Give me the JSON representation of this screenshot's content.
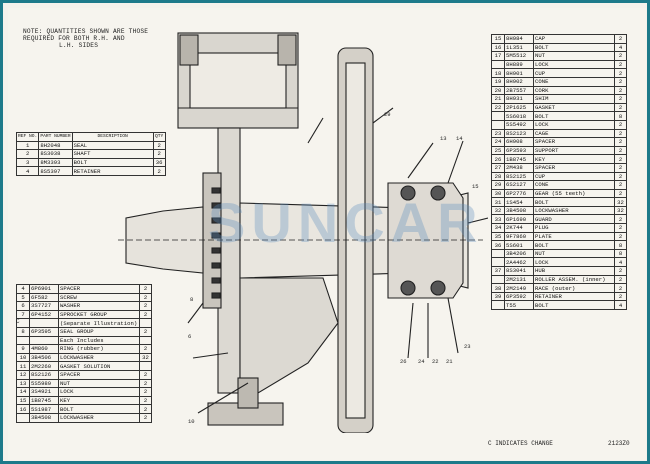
{
  "note": [
    "NOTE: QUANTITIES SHOWN ARE THOSE",
    "REQUIRED FOR BOTH R.H. AND",
    "L.H. SIDES"
  ],
  "t1": {
    "head": [
      "REF NO.",
      "PART NUMBER",
      "DESCRIPTION",
      "QTY"
    ],
    "rows": [
      [
        "1",
        "8H2048",
        "SEAL",
        "2"
      ],
      [
        "2",
        "8S3038",
        "SHAFT",
        "2"
      ],
      [
        "3",
        "8M3393",
        "BOLT",
        "36"
      ],
      [
        "4",
        "8S5397",
        "RETAINER",
        "2"
      ]
    ]
  },
  "t2": {
    "rows": [
      [
        "4",
        "6P6901",
        "SPACER",
        "2"
      ],
      [
        "5",
        "6F582",
        "SCREW",
        "2"
      ],
      [
        "6",
        "3S7727",
        "WASHER",
        "2"
      ],
      [
        "7",
        "6P4152",
        "SPROCKET GROUP",
        "2"
      ],
      [
        "",
        "",
        "(Separate Illustration)",
        ""
      ],
      [
        "8",
        "6P3595",
        "SEAL GROUP",
        "2"
      ],
      [
        "",
        "",
        "Each Includes",
        ""
      ],
      [
        "9",
        "4M860",
        "RING (rubber)",
        "2"
      ],
      [
        "10",
        "3B4506",
        "LOCKWASHER",
        "32"
      ],
      [
        "11",
        "2M2260",
        "GASKET SOLUTION",
        ""
      ],
      [
        "12",
        "8S2126",
        "SPACER",
        "2"
      ],
      [
        "13",
        "5S5989",
        "NUT",
        "2"
      ],
      [
        "14",
        "3S4921",
        "LOCK",
        "2"
      ],
      [
        "15",
        "1B8745",
        "KEY",
        "2"
      ],
      [
        "16",
        "5S1987",
        "BOLT",
        "2"
      ],
      [
        "",
        "3B4508",
        "LOCKWASHER",
        "2"
      ]
    ]
  },
  "t3": {
    "rows": [
      [
        "15",
        "8H984",
        "CAP",
        "2"
      ],
      [
        "16",
        "1L351",
        "BOLT",
        "4"
      ],
      [
        "17",
        "5M5512",
        "NUT",
        "2"
      ],
      [
        "",
        "8H889",
        "LOCK",
        "2"
      ],
      [
        "18",
        "8H901",
        "CUP",
        "2"
      ],
      [
        "19",
        "8H902",
        "CONE",
        "2"
      ],
      [
        "20",
        "2B7557",
        "CORK",
        "2"
      ],
      [
        "21",
        "8H931",
        "SHIM",
        "2"
      ],
      [
        "22",
        "2P1625",
        "GASKET",
        "2"
      ],
      [
        "",
        "5S6018",
        "BOLT",
        "8"
      ],
      [
        "",
        "5S5492",
        "LOCK",
        "2"
      ],
      [
        "23",
        "8S2123",
        "CAGE",
        "2"
      ],
      [
        "24",
        "6H908",
        "SPACER",
        "2"
      ],
      [
        "25",
        "6P3593",
        "SUPPORT",
        "2"
      ],
      [
        "26",
        "1B8745",
        "KEY",
        "2"
      ],
      [
        "27",
        "2M438",
        "SPACER",
        "2"
      ],
      [
        "28",
        "8S2125",
        "CUP",
        "2"
      ],
      [
        "29",
        "6S2127",
        "CONE",
        "2"
      ],
      [
        "30",
        "6P2776",
        "GEAR (55 teeth)",
        "2"
      ],
      [
        "31",
        "1S454",
        "BOLT",
        "32"
      ],
      [
        "32",
        "3B4508",
        "LOCKWASHER",
        "32"
      ],
      [
        "33",
        "6P1690",
        "GUARD",
        "2"
      ],
      [
        "34",
        "2K744",
        "PLUG",
        "2"
      ],
      [
        "35",
        "9F7860",
        "PLATE",
        "2"
      ],
      [
        "36",
        "5S601",
        "BOLT",
        "8"
      ],
      [
        "",
        "3B4206",
        "NUT",
        "8"
      ],
      [
        "",
        "2A4462",
        "LOCK",
        "4"
      ],
      [
        "37",
        "8S3041",
        "HUB",
        "2"
      ],
      [
        "",
        "2M2131",
        "ROLLER ASSEM. (inner)",
        "2"
      ],
      [
        "38",
        "2M2149",
        "RACE (outer)",
        "2"
      ],
      [
        "39",
        "6P3592",
        "RETAINER",
        "2"
      ],
      [
        "",
        "T55",
        "BOLT",
        "4"
      ]
    ]
  },
  "footer": {
    "change_note": "C INDICATES CHANGE",
    "drawing_no": "2123Z0",
    "c_mark": "C"
  },
  "callouts": [
    "13",
    "14",
    "15",
    "26",
    "24",
    "22",
    "21",
    "23",
    "8",
    "6",
    "10",
    "29"
  ]
}
